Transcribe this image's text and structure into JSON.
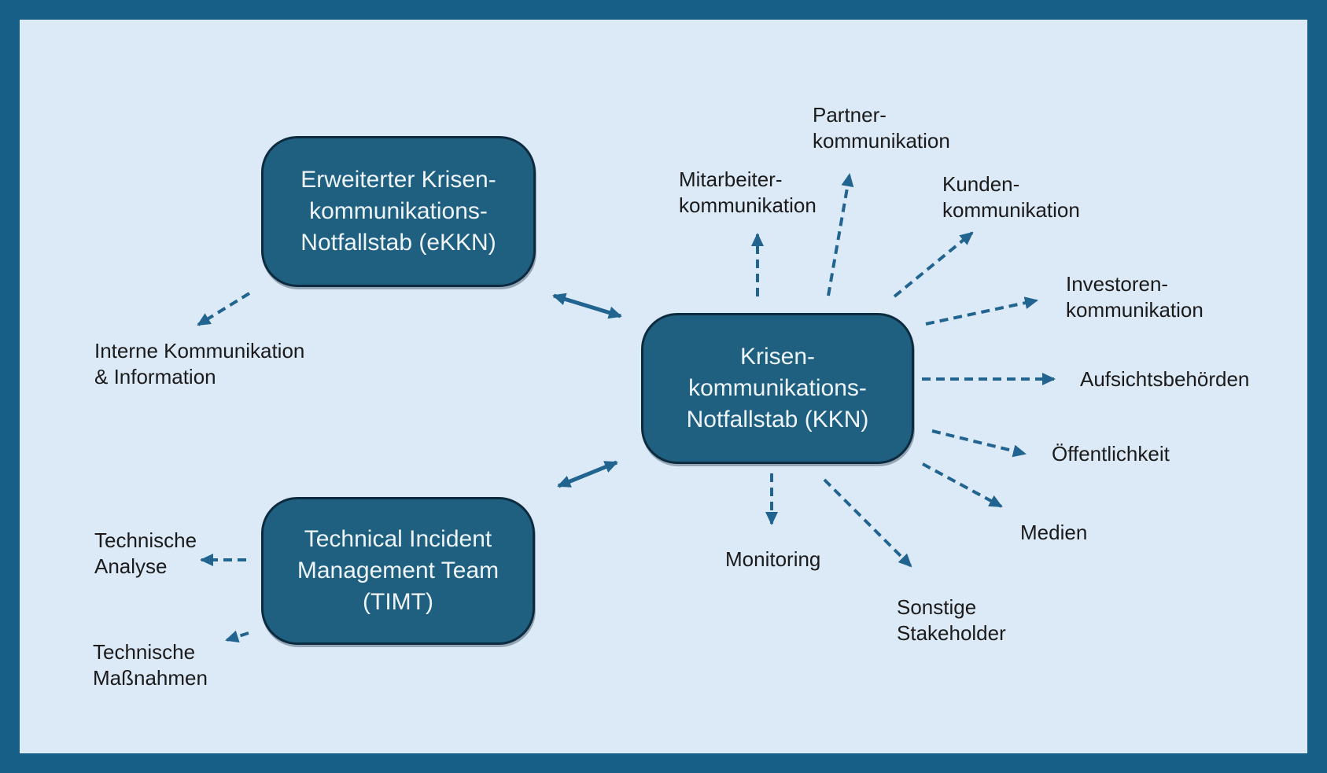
{
  "diagram": {
    "type": "crisis-communication-structure",
    "colors": {
      "frame": "#175f87",
      "background": "#dce9f6",
      "node_fill": "#1f5f80",
      "node_border": "#0d2b3f",
      "node_text": "#eef4f8",
      "arrow": "#20648f",
      "label_text": "#1b1b1b"
    },
    "nodes": {
      "ekkn": {
        "label": "Erweiterter Krisen-\nkommunikations-\nNotfallstab (eKKN)"
      },
      "kkn": {
        "label": "Krisen-\nkommunikations-\nNotfallstab (KKN)"
      },
      "timt": {
        "label": "Technical Incident\nManagement Team\n(TIMT)"
      }
    },
    "labels": {
      "interne_kommunikation": "Interne Kommunikation\n& Information",
      "mitarbeiter_kommunikation": "Mitarbeiter-\nkommunikation",
      "partner_kommunikation": "Partner-\nkommunikation",
      "kunden_kommunikation": "Kunden-\nkommunikation",
      "investoren_kommunikation": "Investoren-\nkommunikation",
      "aufsichtsbehoerden": "Aufsichtsbehörden",
      "oeffentlichkeit": "Öffentlichkeit",
      "medien": "Medien",
      "sonstige_stakeholder": "Sonstige\nStakeholder",
      "monitoring": "Monitoring",
      "technische_analyse": "Technische\nAnalyse",
      "technische_massnahmen": "Technische\nMaßnahmen"
    },
    "edges": [
      {
        "from": "ekkn",
        "to": "interne_kommunikation",
        "style": "dashed",
        "direction": "one-way"
      },
      {
        "from": "ekkn",
        "to": "kkn",
        "style": "solid",
        "direction": "two-way"
      },
      {
        "from": "timt",
        "to": "kkn",
        "style": "solid",
        "direction": "two-way"
      },
      {
        "from": "timt",
        "to": "technische_analyse",
        "style": "dashed",
        "direction": "one-way"
      },
      {
        "from": "timt",
        "to": "technische_massnahmen",
        "style": "dashed",
        "direction": "one-way"
      },
      {
        "from": "kkn",
        "to": "mitarbeiter_kommunikation",
        "style": "dashed",
        "direction": "one-way"
      },
      {
        "from": "kkn",
        "to": "partner_kommunikation",
        "style": "dashed",
        "direction": "one-way"
      },
      {
        "from": "kkn",
        "to": "kunden_kommunikation",
        "style": "dashed",
        "direction": "one-way"
      },
      {
        "from": "kkn",
        "to": "investoren_kommunikation",
        "style": "dashed",
        "direction": "one-way"
      },
      {
        "from": "kkn",
        "to": "aufsichtsbehoerden",
        "style": "dashed",
        "direction": "one-way"
      },
      {
        "from": "kkn",
        "to": "oeffentlichkeit",
        "style": "dashed",
        "direction": "one-way"
      },
      {
        "from": "kkn",
        "to": "medien",
        "style": "dashed",
        "direction": "one-way"
      },
      {
        "from": "kkn",
        "to": "sonstige_stakeholder",
        "style": "dashed",
        "direction": "one-way"
      },
      {
        "from": "kkn",
        "to": "monitoring",
        "style": "dashed",
        "direction": "one-way"
      }
    ]
  }
}
